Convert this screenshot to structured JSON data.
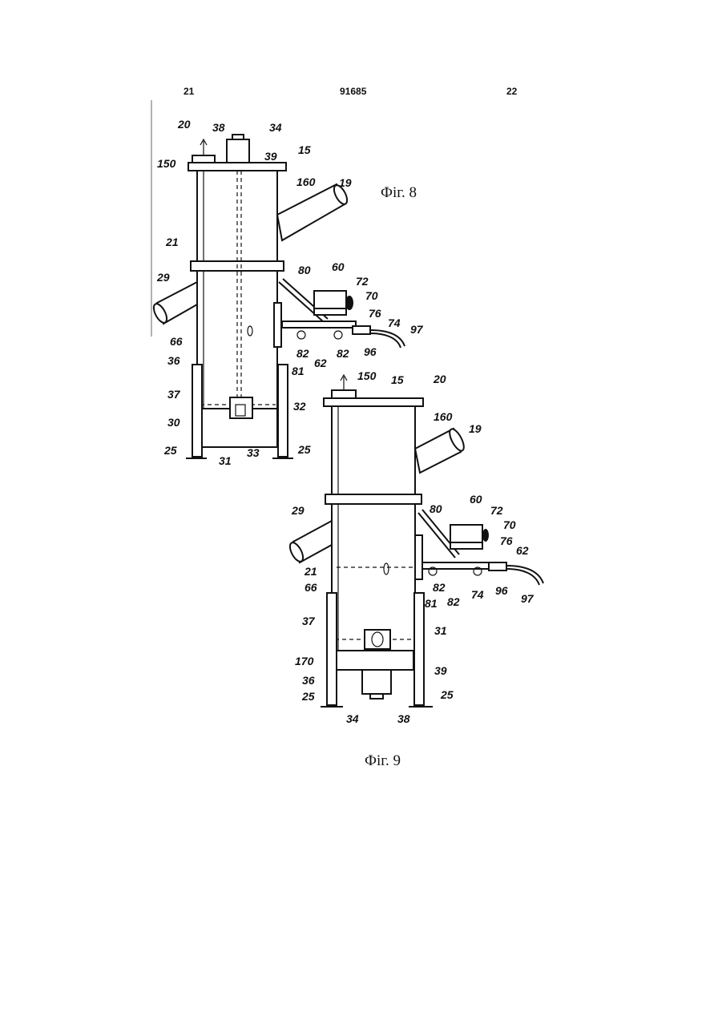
{
  "header": {
    "left": "21",
    "center": "91685",
    "right": "22"
  },
  "figures": [
    {
      "caption": "Фіг. 8",
      "labels": [
        "20",
        "38",
        "34",
        "39",
        "15",
        "150",
        "160",
        "19",
        "21",
        "29",
        "80",
        "60",
        "72",
        "70",
        "76",
        "74",
        "97",
        "66",
        "82",
        "82",
        "96",
        "36",
        "62",
        "81",
        "37",
        "32",
        "30",
        "25",
        "31",
        "33",
        "25"
      ]
    },
    {
      "caption": "Фіг. 9",
      "labels": [
        "150",
        "15",
        "20",
        "160",
        "19",
        "29",
        "80",
        "60",
        "72",
        "70",
        "76",
        "62",
        "21",
        "66",
        "82",
        "74",
        "96",
        "97",
        "82",
        "81",
        "37",
        "31",
        "170",
        "39",
        "36",
        "25",
        "25",
        "34",
        "38"
      ]
    }
  ]
}
